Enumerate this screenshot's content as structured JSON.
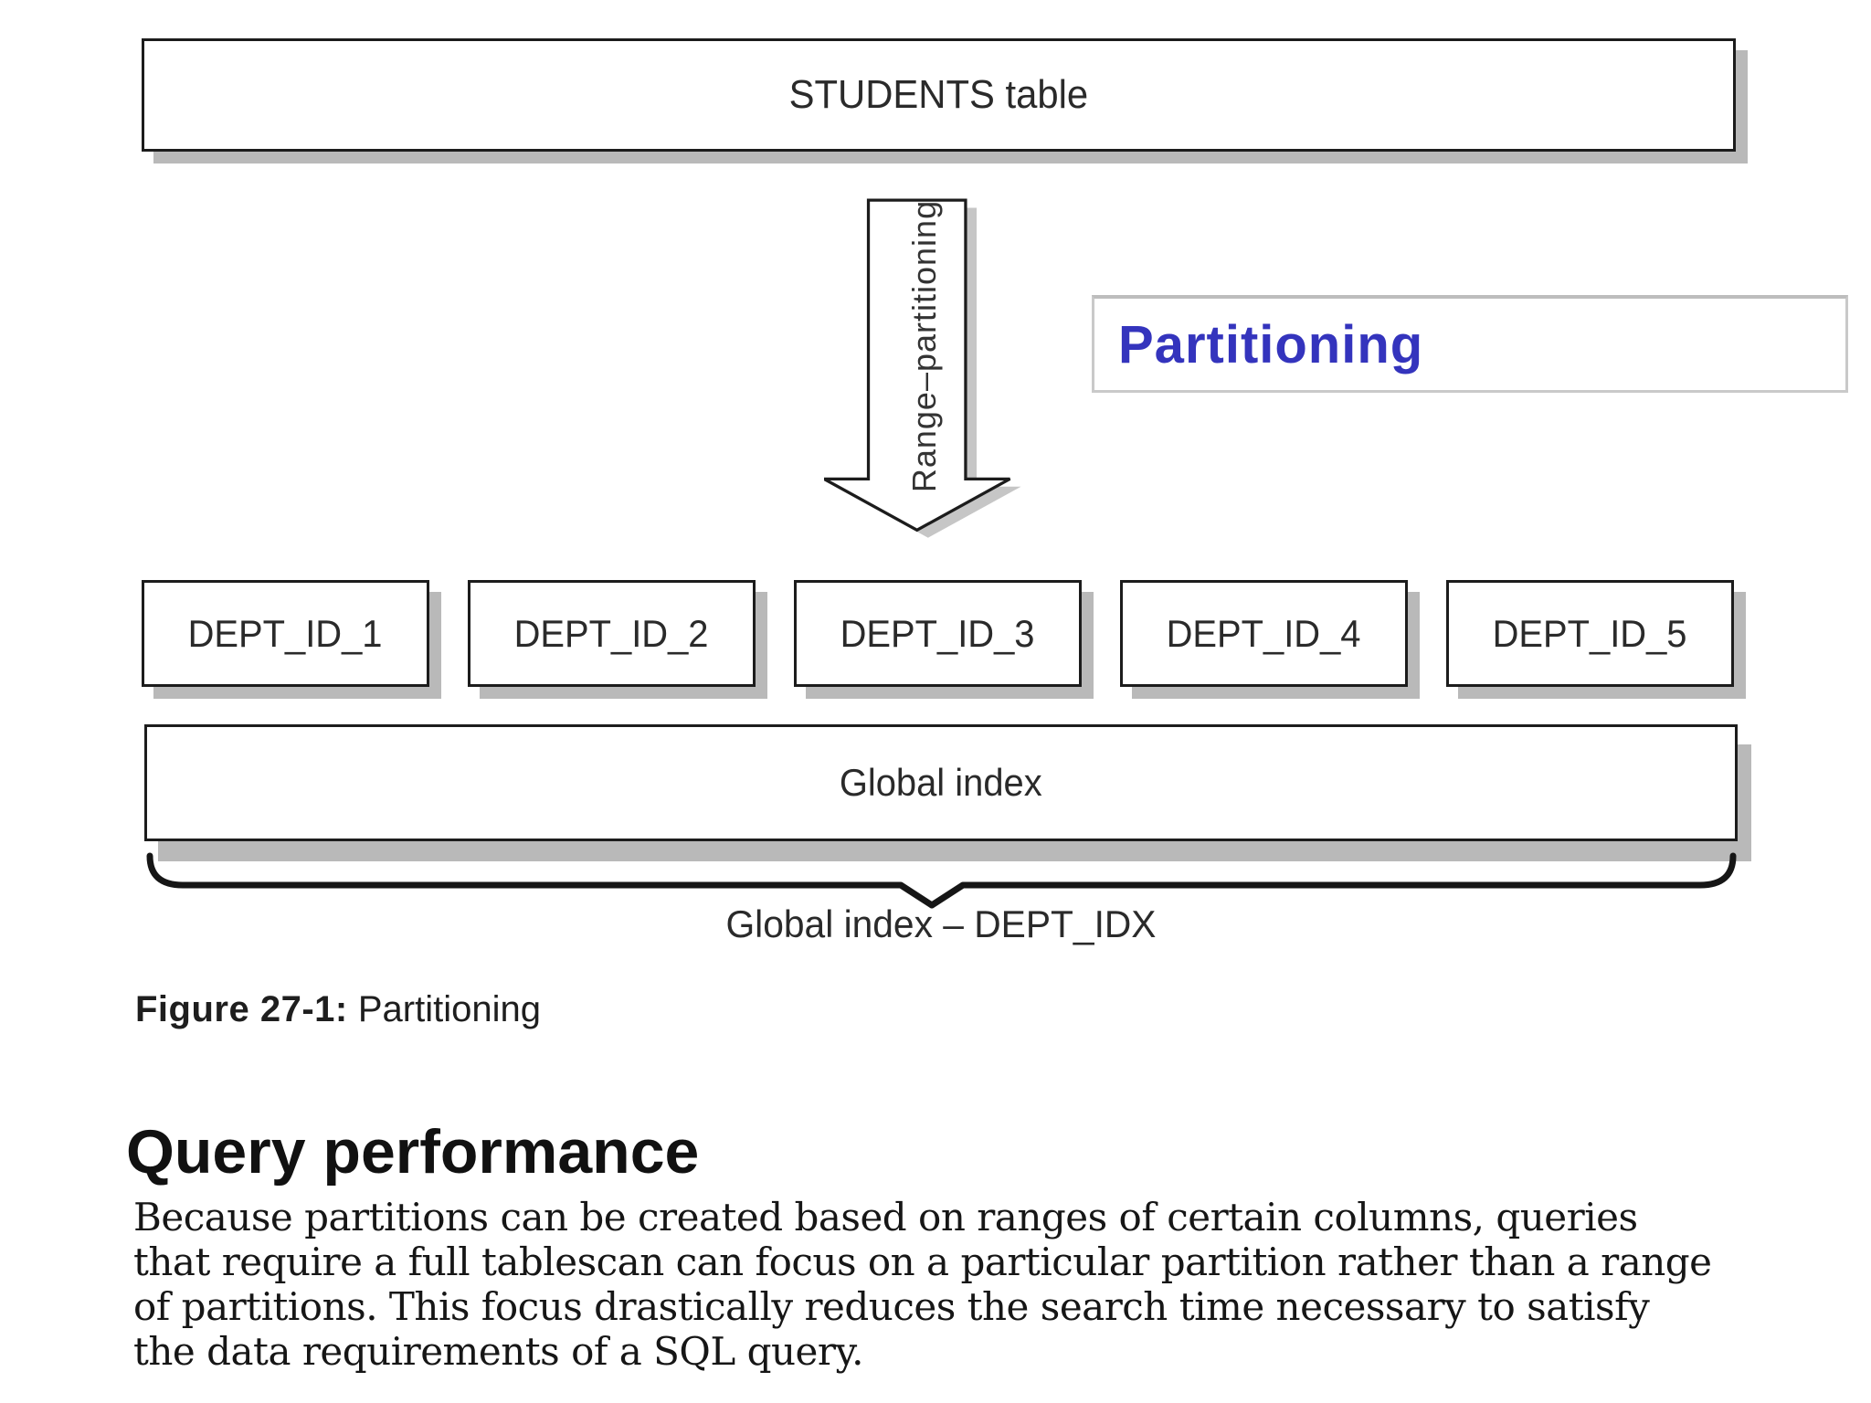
{
  "figure": {
    "students_box_label": "STUDENTS table",
    "arrow_label": "Range–partitioning",
    "callout_label": "Partitioning",
    "partitions": [
      "DEPT_ID_1",
      "DEPT_ID_2",
      "DEPT_ID_3",
      "DEPT_ID_4",
      "DEPT_ID_5"
    ],
    "global_index_label": "Global index",
    "brace_label": "Global index – DEPT_IDX",
    "caption_prefix": "Figure 27-1:",
    "caption_title": "Partitioning"
  },
  "section": {
    "heading": "Query performance",
    "body_lines": [
      "Because partitions can be created based on ranges of certain columns, queries",
      "that require a full tablescan can focus on a particular partition rather than a range",
      "of partitions. This focus drastically reduces the search time necessary to satisfy",
      "the data requirements of a SQL query."
    ]
  },
  "colors": {
    "callout_text": "#3434bd",
    "box_border": "#1c1c1c",
    "box_shadow": "#b9b9b9"
  }
}
